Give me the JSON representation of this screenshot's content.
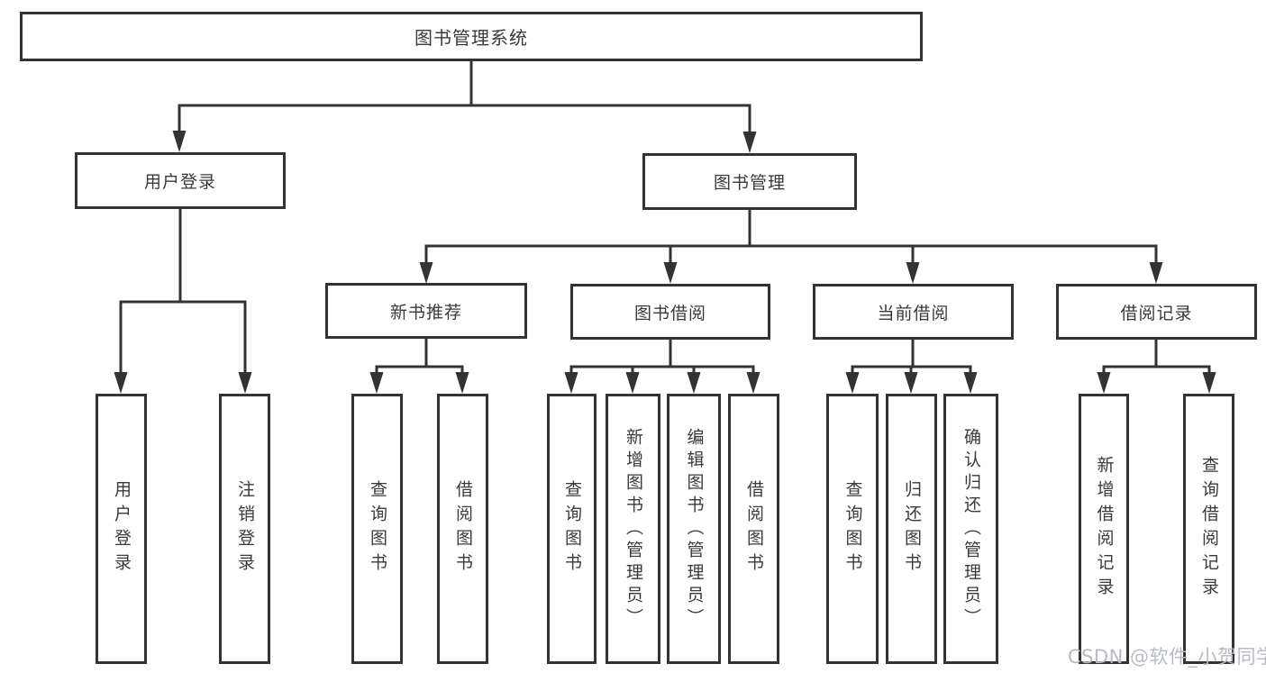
{
  "colors": {
    "line": "#333333",
    "text": "#3a3a3a",
    "background": "#ffffff",
    "watermark": "#b7bbc0"
  },
  "watermark": {
    "text": "CSDN @软件_小贺同学"
  },
  "tree": {
    "label": "图书管理系统",
    "children": [
      {
        "label": "用户登录",
        "children": [
          {
            "label": "用户登录"
          },
          {
            "label": "注销登录"
          }
        ]
      },
      {
        "label": "图书管理",
        "children": [
          {
            "label": "新书推荐",
            "children": [
              {
                "label": "查询图书"
              },
              {
                "label": "借阅图书"
              }
            ]
          },
          {
            "label": "图书借阅",
            "children": [
              {
                "label": "查询图书"
              },
              {
                "label": "新增图书（管理员）"
              },
              {
                "label": "编辑图书（管理员）"
              },
              {
                "label": "借阅图书"
              }
            ]
          },
          {
            "label": "当前借阅",
            "children": [
              {
                "label": "查询图书"
              },
              {
                "label": "归还图书"
              },
              {
                "label": "确认归还（管理员）"
              }
            ]
          },
          {
            "label": "借阅记录",
            "children": [
              {
                "label": "新增借阅记录"
              },
              {
                "label": "查询借阅记录"
              }
            ]
          }
        ]
      }
    ]
  }
}
